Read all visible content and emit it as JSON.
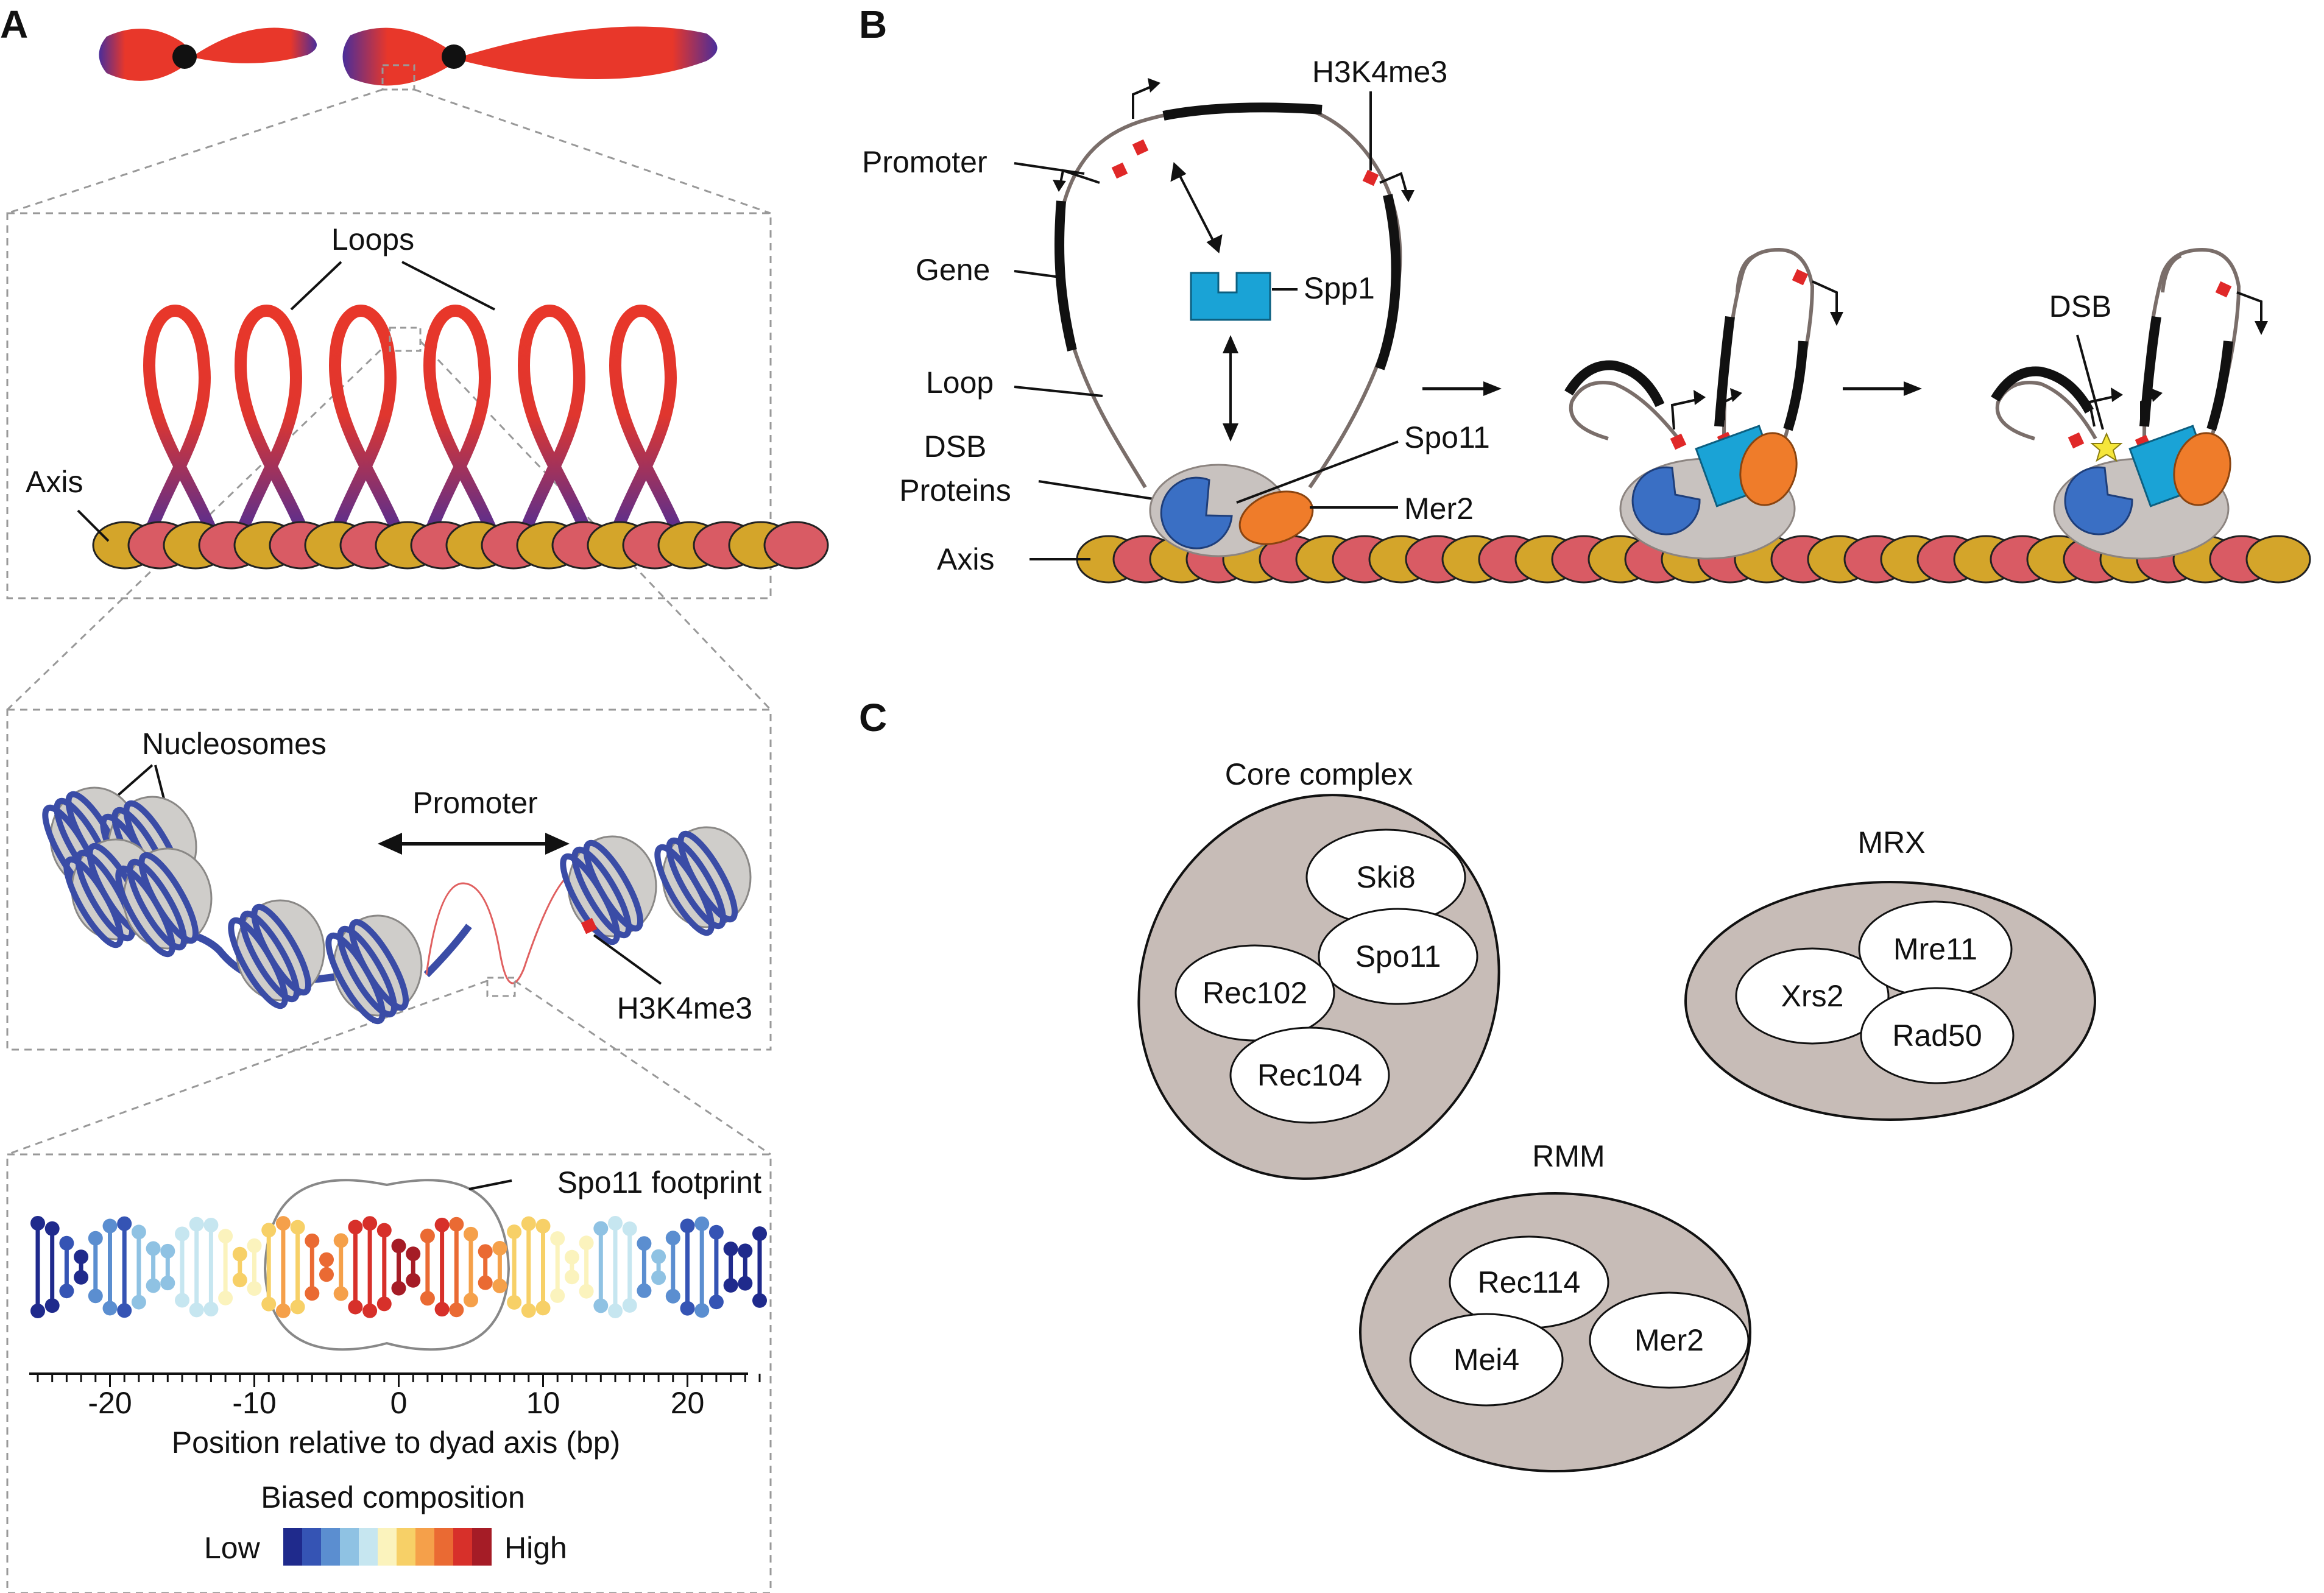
{
  "panels": {
    "a": "A",
    "b": "B",
    "c": "C"
  },
  "panel_a": {
    "loops_label": "Loops",
    "axis_label": "Axis",
    "nucleosomes_label": "Nucleosomes",
    "promoter_label": "Promoter",
    "h3k4me3_label": "H3K4me3",
    "footprint_label": "Spo11 footprint",
    "ticks": [
      "-20",
      "-10",
      "0",
      "10",
      "20"
    ],
    "xlabel": "Position relative to dyad axis (bp)",
    "legend_title": "Biased composition",
    "legend_low": "Low",
    "legend_high": "High",
    "scale_colors": [
      "#1f2a8c",
      "#3554b4",
      "#5b8ed0",
      "#8fc2e3",
      "#c6e6f0",
      "#fbf3bd",
      "#f7d067",
      "#f5a04a",
      "#ea6a33",
      "#d7302a",
      "#a51c26"
    ]
  },
  "panel_b": {
    "h3k4me3_label": "H3K4me3",
    "promoter_label": "Promoter",
    "gene_label": "Gene",
    "spp1_label": "Spp1",
    "loop_label": "Loop",
    "dsb_proteins_label_1": "DSB",
    "dsb_proteins_label_2": "Proteins",
    "spo11_label": "Spo11",
    "mer2_label": "Mer2",
    "axis_label": "Axis",
    "dsb_label": "DSB"
  },
  "panel_c": {
    "core_complex": {
      "title": "Core complex",
      "members": [
        "Ski8",
        "Spo11",
        "Rec102",
        "Rec104"
      ]
    },
    "mrx": {
      "title": "MRX",
      "members": [
        "Mre11",
        "Xrs2",
        "Rad50"
      ]
    },
    "rmm": {
      "title": "RMM",
      "members": [
        "Rec114",
        "Mei4",
        "Mer2"
      ]
    }
  },
  "colors": {
    "red": "#e8372a",
    "purple": "#4a2d9a",
    "axis_gold": "#d4a52a",
    "axis_pink": "#d95b64",
    "nucleosome_gray": "#cfcdca",
    "dna_blue": "#3a4ca6",
    "spp1_cyan": "#1aa3d6",
    "spo11_blue": "#3a6fc4",
    "mer2_orange": "#ef7c2a",
    "complex_gray": "#c7bcb7",
    "dsb_protein_gray": "#c8c2bf",
    "mark_red": "#e02828"
  }
}
